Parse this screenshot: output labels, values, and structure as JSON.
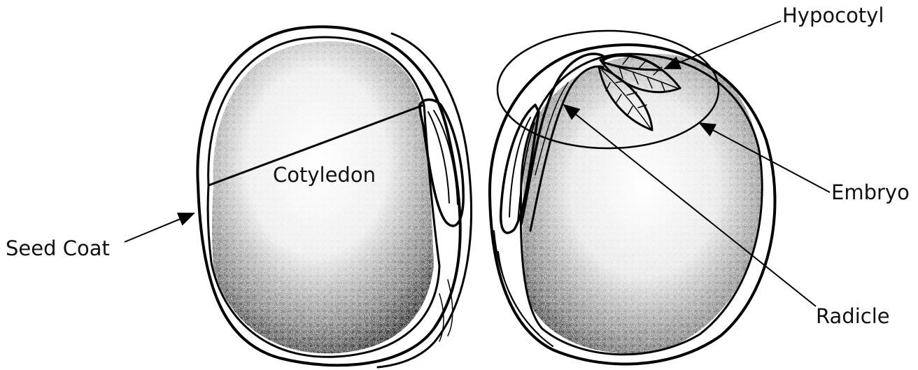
{
  "labels": {
    "seed_coat": "Seed Coat",
    "cotyledon": "Cotyledon",
    "hypocotyl": "Hypocotyl",
    "embryo": "Embryo",
    "radicle": "Radicle"
  },
  "colors": {
    "ink": "#000000",
    "background": "#ffffff",
    "stipple": "#000000"
  }
}
